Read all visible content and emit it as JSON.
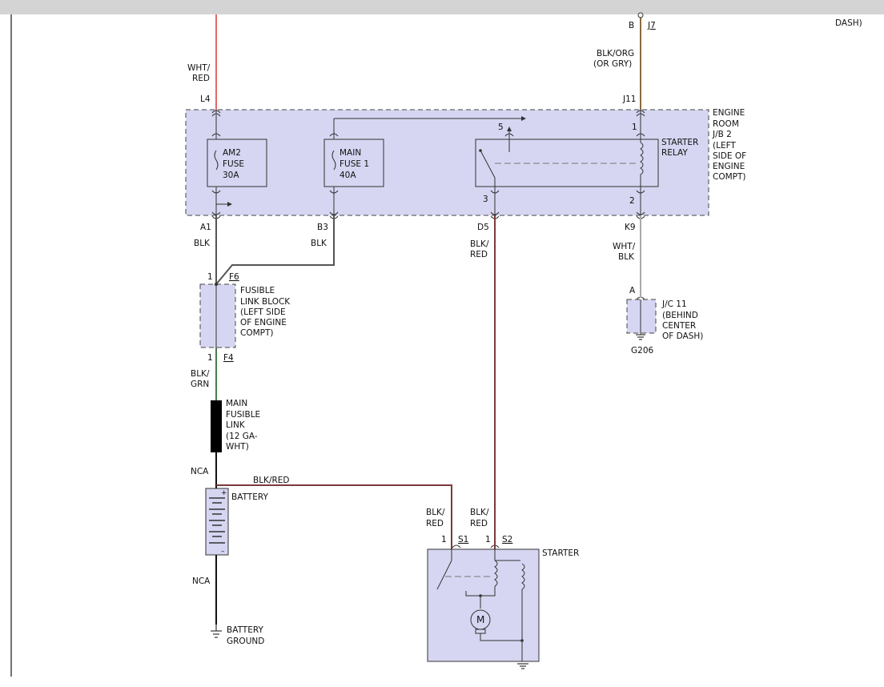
{
  "top_right_note": "DASH)",
  "connectors": {
    "b": "B",
    "j7": "J7",
    "l4": "L4",
    "j11": "J11",
    "a1": "A1",
    "b3": "B3",
    "d5": "D5",
    "k9": "K9",
    "f6": "F6",
    "f4": "F4",
    "s1": "S1",
    "s2": "S2",
    "a": "A",
    "g206": "G206"
  },
  "pins": {
    "p5": "5",
    "p1_relay": "1",
    "p3": "3",
    "p2": "2",
    "p1_f6": "1",
    "p1_f4": "1",
    "p1_s1": "1",
    "p1_s2": "1"
  },
  "wires": {
    "wht_red": [
      "WHT/",
      "RED"
    ],
    "blk_org": [
      "BLK/ORG",
      "(OR GRY)"
    ],
    "blk_a1": "BLK",
    "blk_b3": "BLK",
    "blk_red_d5": [
      "BLK/",
      "RED"
    ],
    "wht_blk": [
      "WHT/",
      "BLK"
    ],
    "blk_grn": [
      "BLK/",
      "GRN"
    ],
    "nca_top": "NCA",
    "blk_red_horiz": "BLK/RED",
    "blk_red_s1": [
      "BLK/",
      "RED"
    ],
    "blk_red_s2": [
      "BLK/",
      "RED"
    ],
    "nca_bottom": "NCA"
  },
  "components": {
    "engine_room_jb": [
      "ENGINE",
      "ROOM",
      "J/B 2",
      "(LEFT",
      "SIDE OF",
      "ENGINE",
      "COMPT)"
    ],
    "am2_fuse": [
      "AM2",
      "FUSE",
      "30A"
    ],
    "main_fuse": [
      "MAIN",
      "FUSE 1",
      "40A"
    ],
    "starter_relay": [
      "STARTER",
      "RELAY"
    ],
    "fusible_link_block": [
      "FUSIBLE",
      "LINK BLOCK",
      "(LEFT SIDE",
      "OF ENGINE",
      "COMPT)"
    ],
    "main_fusible_link": [
      "MAIN",
      "FUSIBLE",
      "LINK",
      "(12 GA-",
      "WHT)"
    ],
    "battery": "BATTERY",
    "battery_ground": [
      "BATTERY",
      "GROUND"
    ],
    "jc11": [
      "J/C 11",
      "(BEHIND",
      "CENTER",
      "OF DASH)"
    ],
    "starter": "STARTER",
    "motor": "M"
  },
  "colors": {
    "wht_red": "#e06a6a",
    "blk": "#555555",
    "blk_org": "#8a6a40",
    "blk_red": "#7a3a3a",
    "wht_blk": "#aaaaaa",
    "blk_grn": "#4a7a4a",
    "component_fill": "#d6d6f2",
    "header_bar": "#d4d4d4"
  }
}
